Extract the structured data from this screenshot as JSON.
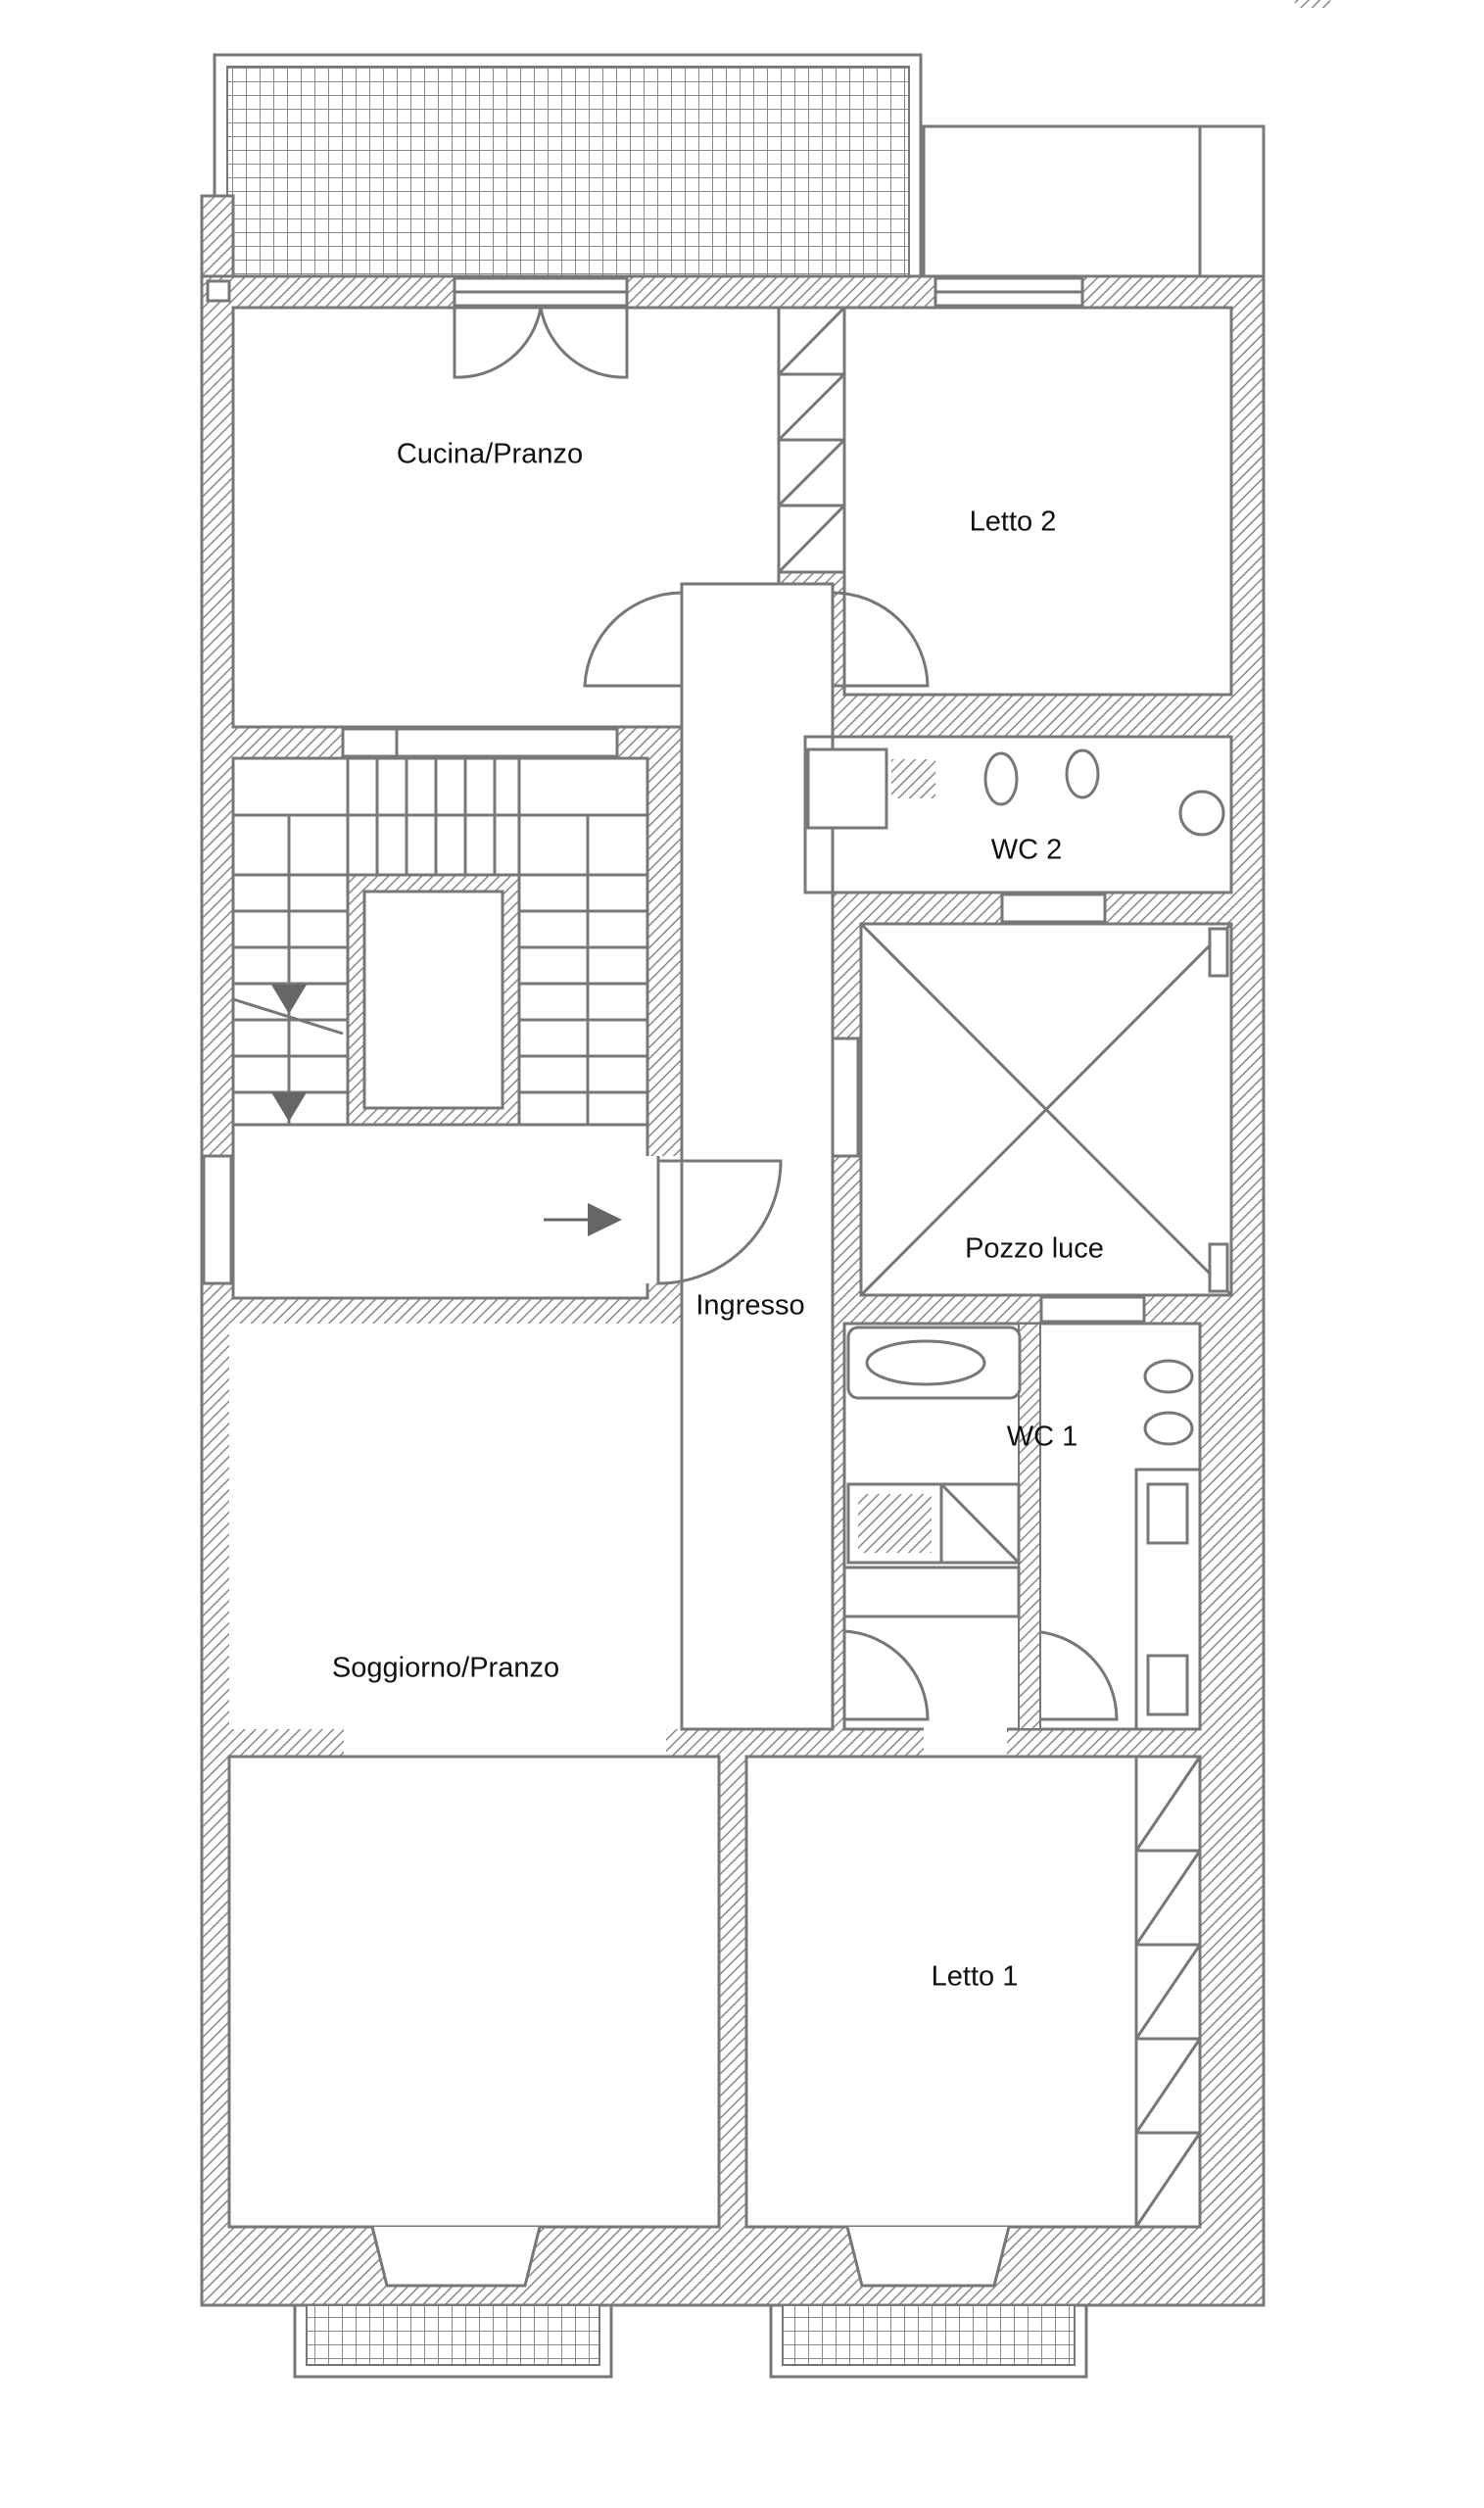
{
  "plan": {
    "rooms": {
      "kitchen": "Cucina/Pranzo",
      "bedroom2": "Letto 2",
      "wc2": "WC 2",
      "lightwell": "Pozzo luce",
      "entrance": "Ingresso",
      "wc1": "WC 1",
      "living": "Soggiorno/Pranzo",
      "bedroom1": "Letto 1"
    },
    "colors": {
      "wall": "#777777",
      "background": "#ffffff",
      "text": "#111111"
    }
  }
}
